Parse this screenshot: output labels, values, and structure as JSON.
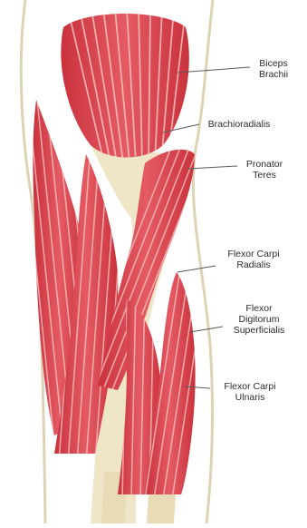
{
  "labels": [
    {
      "id": "biceps",
      "lines": [
        "Biceps",
        "Brachii"
      ]
    },
    {
      "id": "brachioradialis",
      "lines": [
        "Brachioradialis"
      ]
    },
    {
      "id": "pronator",
      "lines": [
        "Pronator",
        "Teres"
      ]
    },
    {
      "id": "fcr",
      "lines": [
        "Flexor Carpi",
        "Radialis"
      ]
    },
    {
      "id": "fds",
      "lines": [
        "Flexor",
        "Digitorum",
        "Superficialis"
      ]
    },
    {
      "id": "fcu",
      "lines": [
        "Flexor Carpi",
        "Ulnaris"
      ]
    }
  ],
  "colors": {
    "muscle": "#d9404a",
    "muscle_light": "#f08a8f",
    "fiber": "#f7c6c6",
    "bone": "#efe6c8",
    "skin_outline": "#ddd3b4",
    "leader": "#5a5a5a"
  }
}
